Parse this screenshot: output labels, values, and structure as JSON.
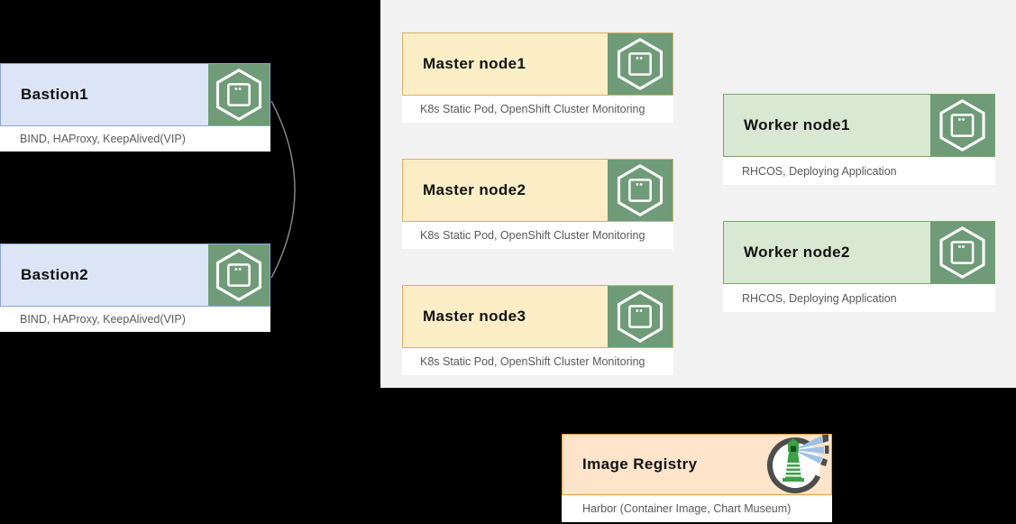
{
  "diagram": {
    "nodes": {
      "bastion1": {
        "title": "Bastion1",
        "subtitle": "BIND, HAProxy, KeepAlived(VIP)"
      },
      "bastion2": {
        "title": "Bastion2",
        "subtitle": "BIND, HAProxy, KeepAlived(VIP)"
      },
      "master1": {
        "title": "Master node1",
        "subtitle": "K8s Static Pod, OpenShift Cluster Monitoring"
      },
      "master2": {
        "title": "Master node2",
        "subtitle": "K8s Static Pod, OpenShift Cluster Monitoring"
      },
      "master3": {
        "title": "Master node3",
        "subtitle": "K8s Static Pod, OpenShift Cluster Monitoring"
      },
      "worker1": {
        "title": "Worker node1",
        "subtitle": "RHCOS, Deploying Application"
      },
      "worker2": {
        "title": "Worker node2",
        "subtitle": "RHCOS, Deploying Application"
      },
      "registry": {
        "title": "Image Registry",
        "subtitle": "Harbor (Container Image, Chart Museum)"
      }
    },
    "icons": {
      "node_icon": "hexagon-server-icon",
      "registry_icon": "harbor-lighthouse-logo"
    },
    "connector": {
      "from": "bastion1",
      "to": "bastion2",
      "shape": "right-bulging-arc"
    },
    "colors": {
      "background": "#000000",
      "panel": "#f2f2f2",
      "bastion_fill": "#dbe5f6",
      "bastion_border": "#8ca6d8",
      "master_fill": "#fbeec6",
      "master_border": "#d5b263",
      "worker_fill": "#d8e8d2",
      "worker_border": "#77a76c",
      "registry_fill": "#fde4cb",
      "registry_border": "#e9a13e",
      "icon_square": "#6f9b78",
      "label_strip": "#ffffff",
      "title_text": "#111111",
      "subtitle_text": "#595959",
      "connector_line": "#8a8a8a",
      "harbor_ring": "#4d4d4d",
      "harbor_beam": "#9dc3e6",
      "harbor_green": "#3fa047"
    }
  }
}
